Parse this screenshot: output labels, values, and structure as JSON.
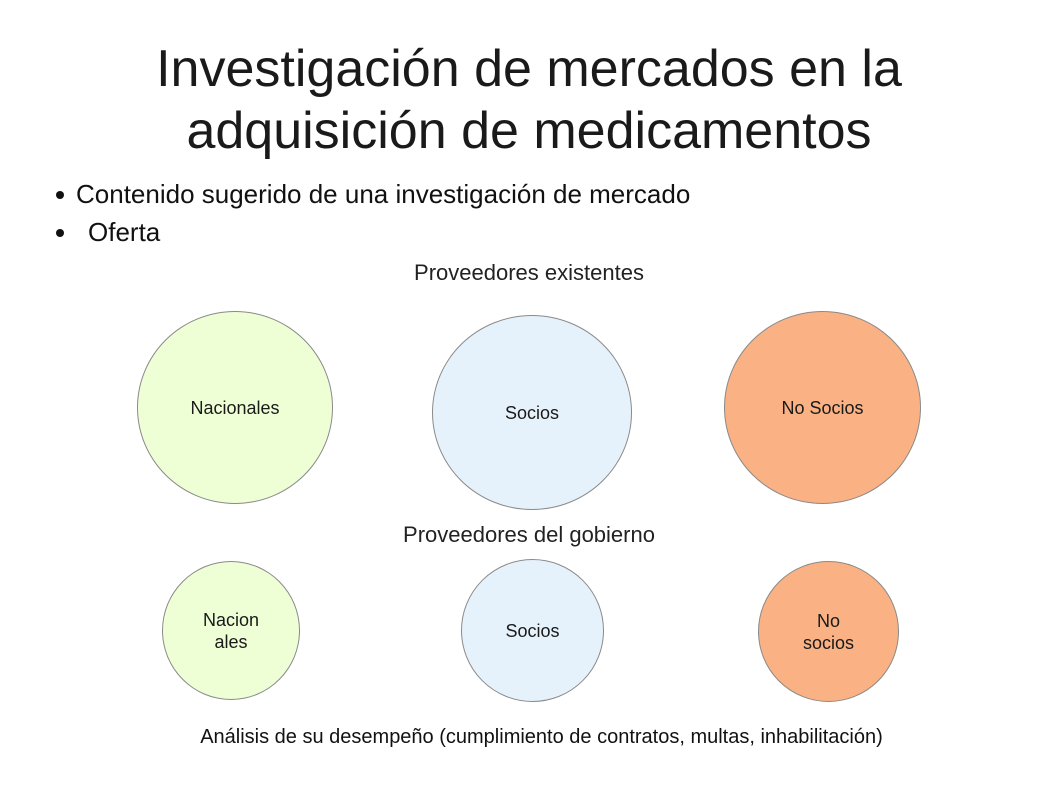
{
  "title": {
    "line1": "Investigación de mercados en la",
    "line2": "adquisición de medicamentos"
  },
  "bullets": [
    {
      "label": "Contenido sugerido de una investigación de mercado"
    },
    {
      "label": "Oferta"
    }
  ],
  "sections": {
    "existing": {
      "label": "Proveedores existentes",
      "circles": [
        {
          "label": "Nacionales",
          "color": "#eeffd6"
        },
        {
          "label": "Socios",
          "color": "#e6f2fb"
        },
        {
          "label": "No Socios",
          "color": "#fab183"
        }
      ]
    },
    "government": {
      "label": "Proveedores del gobierno",
      "circles": [
        {
          "label": "Nacion\nales",
          "color": "#eeffd6"
        },
        {
          "label": "Socios",
          "color": "#e6f2fb"
        },
        {
          "label": "No\nsocios",
          "color": "#fab183"
        }
      ]
    }
  },
  "footer": "Análisis de su desempeño (cumplimiento de contratos, multas, inhabilitación)"
}
